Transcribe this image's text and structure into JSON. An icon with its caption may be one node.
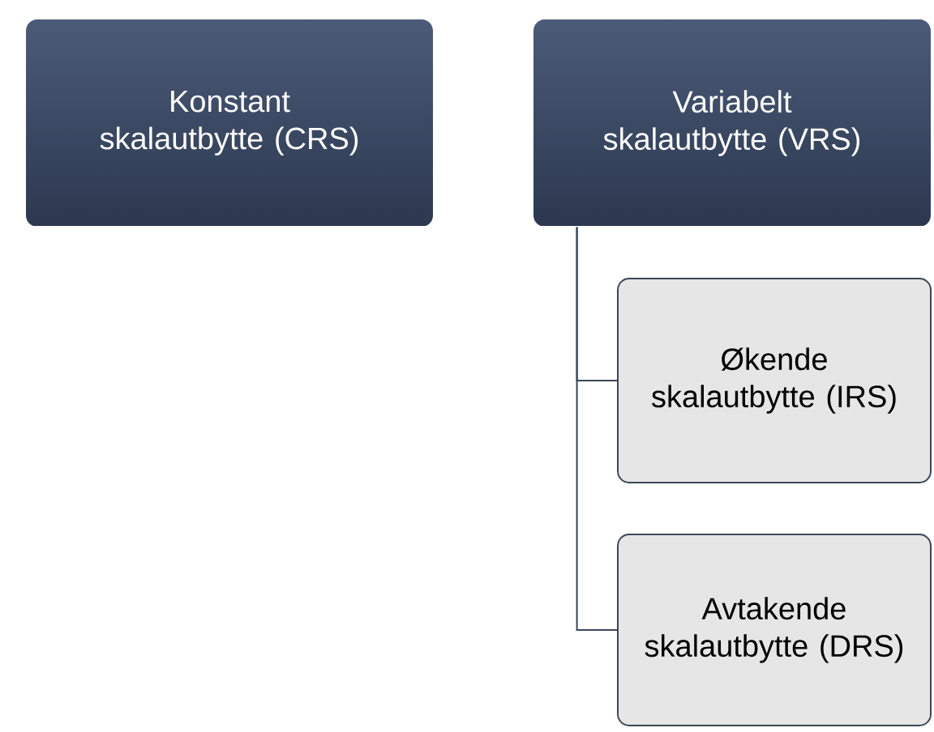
{
  "diagram": {
    "nodes": [
      {
        "text": [
          "Konstant skalautbytte (CRS)"
        ]
      },
      {
        "text": [
          "Variabelt skalautbytte (VRS)"
        ]
      },
      {
        "text": [
          "Økende skalautbytte (IRS)"
        ]
      },
      {
        "text": [
          "Avtakende skalautbytte (DRS)"
        ]
      }
    ],
    "edges": [
      {
        "from": 1,
        "to": 2,
        "arrow": "none"
      },
      {
        "from": 1,
        "to": 3,
        "arrow": "none"
      }
    ]
  }
}
